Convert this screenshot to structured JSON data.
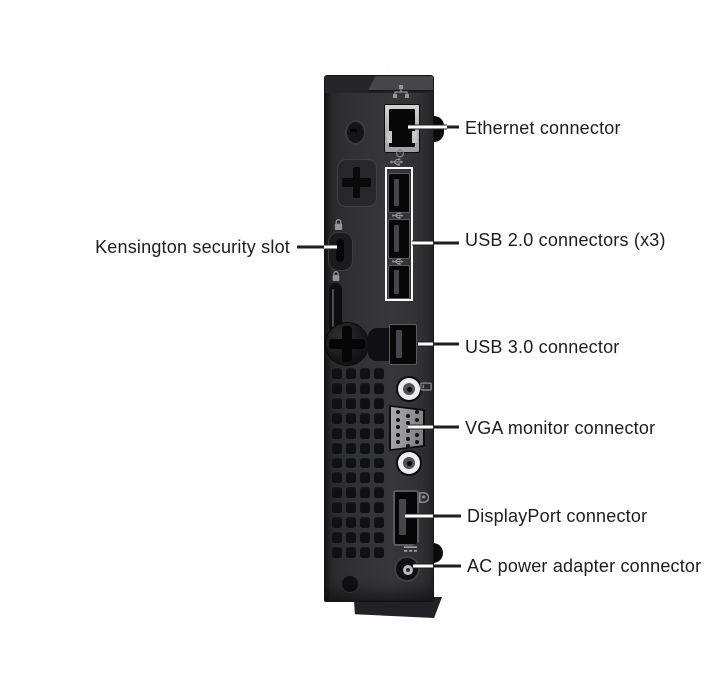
{
  "figure": {
    "title": "Desktop computer rear panel connector diagram",
    "background": "#ffffff"
  },
  "device": {
    "name": "mini desktop rear panel",
    "body_color": "#303033",
    "highlight_box_color": "#ffffff"
  },
  "callouts": {
    "kensington": {
      "label": "Kensington security slot",
      "side": "left"
    },
    "ethernet": {
      "label": "Ethernet connector",
      "side": "right"
    },
    "usb2": {
      "label": "USB 2.0 connectors (x3)",
      "side": "right"
    },
    "usb3": {
      "label": "USB 3.0 connector",
      "side": "right"
    },
    "vga": {
      "label": "VGA monitor connector",
      "side": "right"
    },
    "displayport": {
      "label": "DisplayPort connector",
      "side": "right"
    },
    "ac_power": {
      "label": "AC power adapter connector",
      "side": "right"
    }
  },
  "icons": [
    "network-icon",
    "power-usb-icon",
    "usb-trident-icon",
    "padlock-icon",
    "monitor-icon",
    "displayport-icon",
    "dc-power-icon"
  ]
}
